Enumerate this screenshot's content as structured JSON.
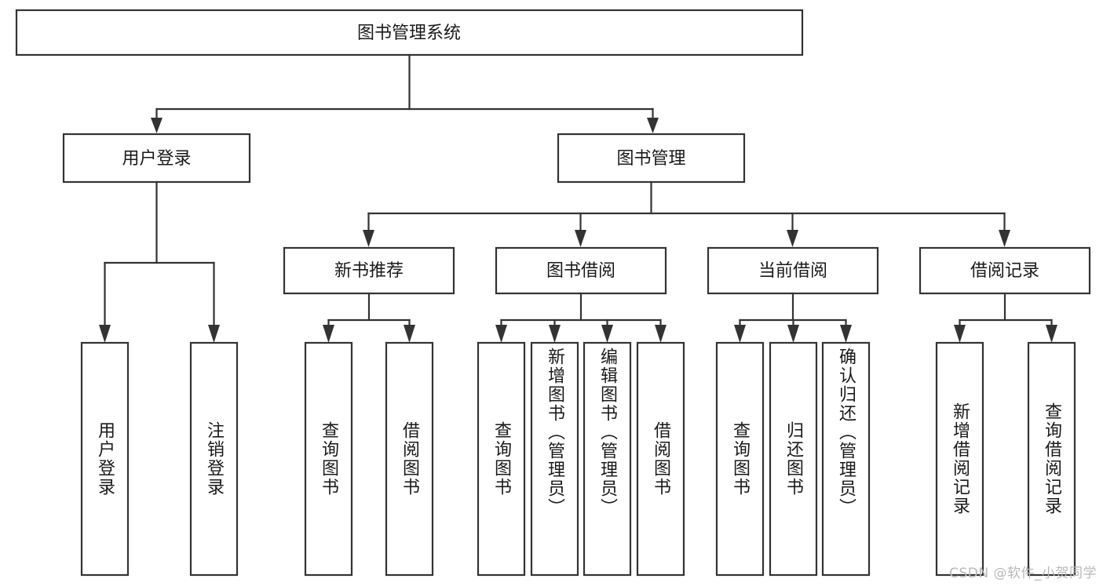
{
  "diagram": {
    "type": "tree-hierarchy-chart",
    "title_node": {
      "label": "图书管理系统"
    },
    "level2": [
      {
        "id": "user-login",
        "label": "用户登录"
      },
      {
        "id": "book-manage",
        "label": "图书管理"
      }
    ],
    "level3": [
      {
        "id": "new-book-recommend",
        "label": "新书推荐"
      },
      {
        "id": "book-borrow",
        "label": "图书借阅"
      },
      {
        "id": "current-borrow",
        "label": "当前借阅"
      },
      {
        "id": "borrow-record",
        "label": "借阅记录"
      }
    ],
    "leaves": [
      {
        "id": "leaf-user-login",
        "label": "用户登录",
        "parent": "user-login"
      },
      {
        "id": "leaf-logout",
        "label": "注销登录",
        "parent": "user-login"
      },
      {
        "id": "leaf-query-book-1",
        "label": "查询图书",
        "parent": "new-book-recommend"
      },
      {
        "id": "leaf-borrow-book-1",
        "label": "借阅图书",
        "parent": "new-book-recommend"
      },
      {
        "id": "leaf-query-book-2",
        "label": "查询图书",
        "parent": "book-borrow"
      },
      {
        "id": "leaf-add-book",
        "label": "新增图书（管理员）",
        "parent": "book-borrow"
      },
      {
        "id": "leaf-edit-book",
        "label": "编辑图书（管理员）",
        "parent": "book-borrow"
      },
      {
        "id": "leaf-borrow-book-2",
        "label": "借阅图书",
        "parent": "book-borrow"
      },
      {
        "id": "leaf-query-book-3",
        "label": "查询图书",
        "parent": "current-borrow"
      },
      {
        "id": "leaf-return-book",
        "label": "归还图书",
        "parent": "current-borrow"
      },
      {
        "id": "leaf-confirm-return",
        "label": "确认归还（管理员）",
        "parent": "current-borrow"
      },
      {
        "id": "leaf-add-record",
        "label": "新增借阅记录",
        "parent": "borrow-record"
      },
      {
        "id": "leaf-query-record",
        "label": "查询借阅记录",
        "parent": "borrow-record"
      }
    ],
    "watermark": "CSDN @软件_小贺同学",
    "colors": {
      "box_stroke": "#333333",
      "box_fill": "#ffffff",
      "text": "#1a1a1a",
      "background": "#ffffff",
      "watermark": "#b8b8b8"
    }
  }
}
